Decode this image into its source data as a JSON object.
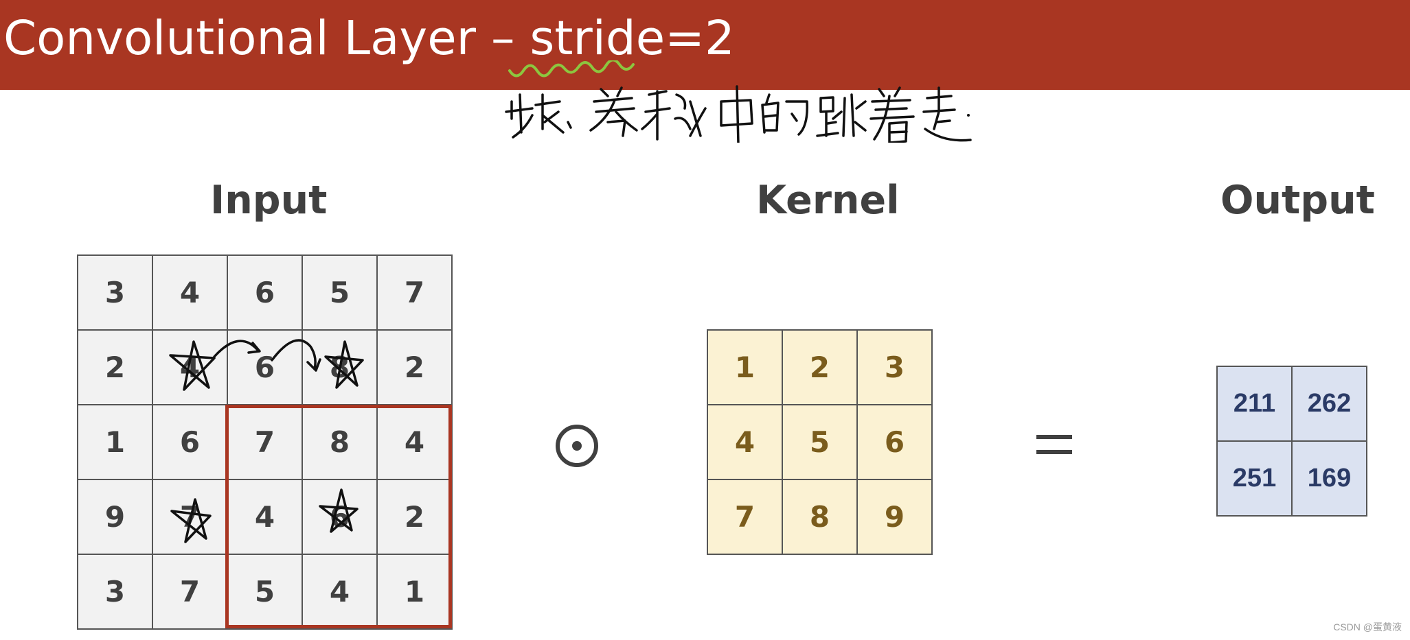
{
  "title": "Convolutional Layer – stride=2",
  "labels": {
    "input": "Input",
    "kernel": "Kernel",
    "output": "Output"
  },
  "input_matrix": [
    [
      "3",
      "4",
      "6",
      "5",
      "7"
    ],
    [
      "2",
      "4",
      "6",
      "8",
      "2"
    ],
    [
      "1",
      "6",
      "7",
      "8",
      "4"
    ],
    [
      "9",
      "7",
      "4",
      "6",
      "2"
    ],
    [
      "3",
      "7",
      "5",
      "4",
      "1"
    ]
  ],
  "kernel_matrix": [
    [
      "1",
      "2",
      "3"
    ],
    [
      "4",
      "5",
      "6"
    ],
    [
      "7",
      "8",
      "9"
    ]
  ],
  "output_matrix": [
    [
      "211",
      "262"
    ],
    [
      "251",
      "169"
    ]
  ],
  "operators": {
    "product": "⊙",
    "equals": "="
  },
  "watermark": "CSDN @蛋黄液",
  "colors": {
    "title_bar": "#a93622",
    "input_cell": "#f2f2f2",
    "kernel_cell": "#fbf2d3",
    "kernel_text": "#7a5c1c",
    "output_cell": "#dbe2f1",
    "output_text": "#2a3a66",
    "highlight_border": "#a93622",
    "squiggle": "#8cc63f"
  }
}
